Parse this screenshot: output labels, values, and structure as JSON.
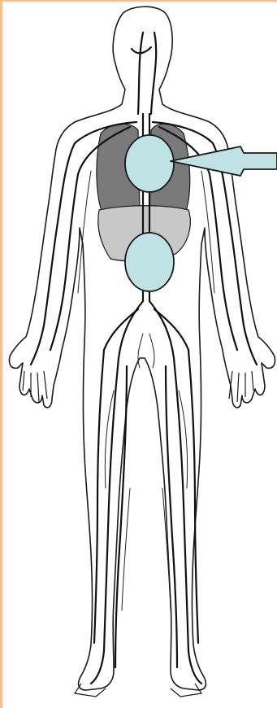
{
  "diagram": {
    "figure": "human-body-circulatory-system",
    "markers": [
      {
        "id": "marker-upper",
        "fill": "#bfe3e3",
        "label": ""
      },
      {
        "id": "marker-lower",
        "fill": "#bfe3e3",
        "label": ""
      }
    ],
    "pointer": {
      "fill": "#bfe3e3",
      "target": "marker-upper"
    },
    "colors": {
      "frame": "#f7c08a",
      "outline": "#1a1a1a",
      "lungs": "#7a7a7a",
      "liver": "#c8c8c8",
      "vessels": "#111111"
    }
  }
}
